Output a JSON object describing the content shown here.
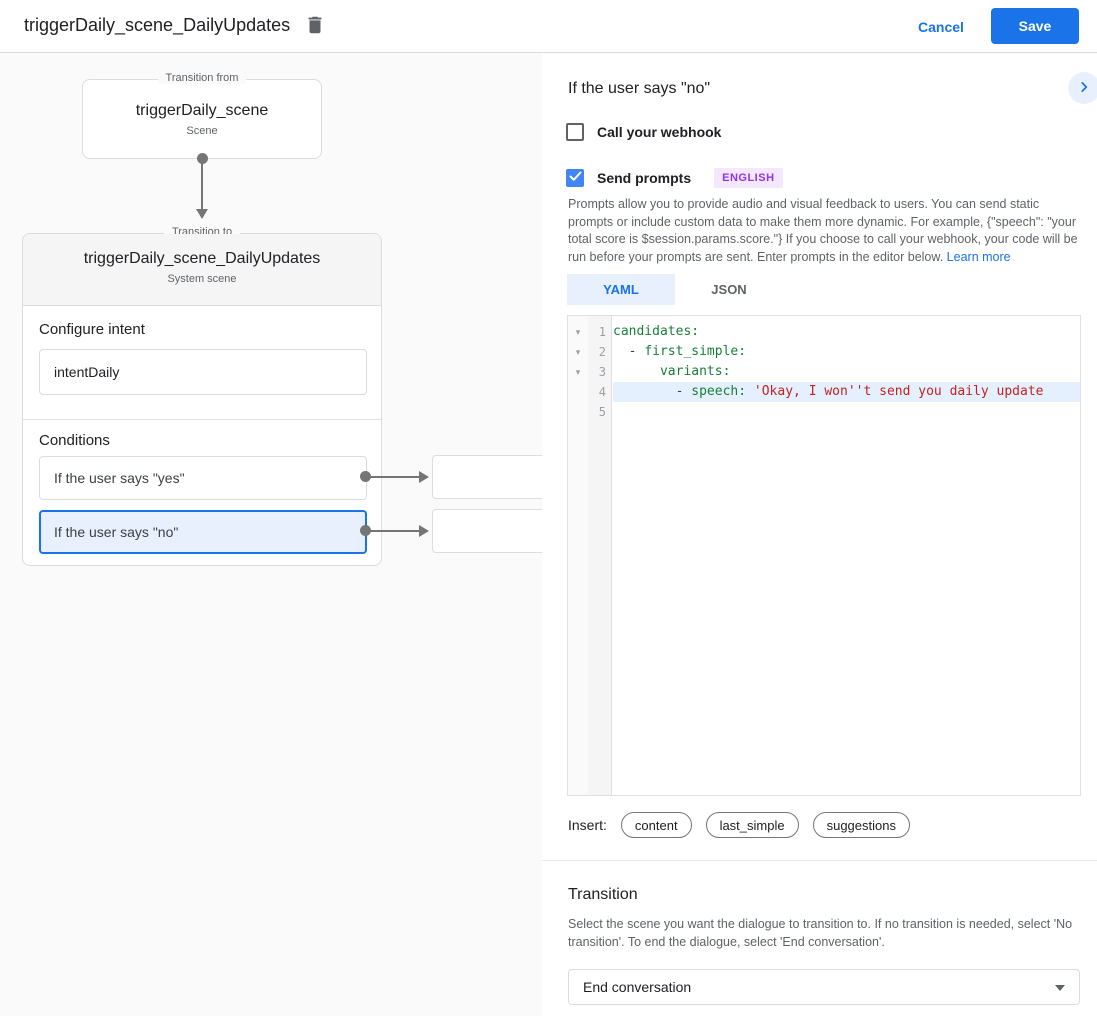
{
  "header": {
    "title": "triggerDaily_scene_DailyUpdates",
    "cancel_label": "Cancel",
    "save_label": "Save"
  },
  "flow": {
    "from_box": {
      "legend": "Transition from",
      "title": "triggerDaily_scene",
      "subtitle": "Scene"
    },
    "to_box": {
      "legend": "Transition to",
      "title": "triggerDaily_scene_DailyUpdates",
      "subtitle": "System scene",
      "configure_intent": {
        "label": "Configure intent",
        "value": "intentDaily"
      },
      "conditions": {
        "label": "Conditions",
        "items": [
          {
            "label": "If the user says \"yes\"",
            "selected": false
          },
          {
            "label": "If the user says \"no\"",
            "selected": true
          }
        ]
      }
    }
  },
  "panel": {
    "title": "If the user says \"no\"",
    "webhook_checkbox": {
      "label": "Call your webhook",
      "checked": false
    },
    "prompts_checkbox": {
      "label": "Send prompts",
      "checked": true,
      "badge": "ENGLISH"
    },
    "description": "Prompts allow you to provide audio and visual feedback to users. You can send static prompts or include custom data to make them more dynamic. For example, {\"speech\": \"your total score is $session.params.score.\"} If you choose to call your webhook, your code will be run before your prompts are sent. Enter prompts in the editor below. ",
    "learn_more_label": "Learn more",
    "tabs": [
      {
        "label": "YAML",
        "active": true
      },
      {
        "label": "JSON",
        "active": false
      }
    ],
    "editor": {
      "lines": [
        {
          "number": "1",
          "fold": true,
          "highlighted": false,
          "segments": [
            [
              "key",
              "candidates:"
            ]
          ]
        },
        {
          "number": "2",
          "fold": true,
          "highlighted": false,
          "segments": [
            [
              "plain",
              "  "
            ],
            [
              "dash",
              "- "
            ],
            [
              "key",
              "first_simple:"
            ]
          ]
        },
        {
          "number": "3",
          "fold": true,
          "highlighted": false,
          "segments": [
            [
              "plain",
              "      "
            ],
            [
              "key",
              "variants:"
            ]
          ]
        },
        {
          "number": "4",
          "fold": false,
          "highlighted": true,
          "segments": [
            [
              "plain",
              "        "
            ],
            [
              "dash",
              "- "
            ],
            [
              "key",
              "speech: "
            ],
            [
              "string",
              "'Okay, I won''t send you daily update"
            ]
          ]
        },
        {
          "number": "5",
          "fold": false,
          "highlighted": false,
          "segments": []
        }
      ]
    },
    "insert": {
      "label": "Insert:",
      "chips": [
        "content",
        "last_simple",
        "suggestions"
      ]
    },
    "transition": {
      "title": "Transition",
      "description": "Select the scene you want the dialogue to transition to. If no transition is needed, select 'No transition'. To end the dialogue, select 'End conversation'.",
      "select_value": "End conversation"
    }
  },
  "icons": {
    "trash-icon": "trash can glyph",
    "chevron-right-icon": "›",
    "checkmark-icon": "✓",
    "fold-arrow-icon": "▾",
    "caret-down-icon": "▾"
  },
  "colors": {
    "accent_blue": "#1a73e8",
    "checkbox_blue": "#4285f4",
    "selected_bg": "#e8f0fe",
    "badge_purple_text": "#9334e6",
    "badge_purple_bg": "#f3e8fd",
    "code_key_green": "#188038",
    "code_string_red": "#c5221f",
    "canvas_bg": "#fafafa"
  }
}
